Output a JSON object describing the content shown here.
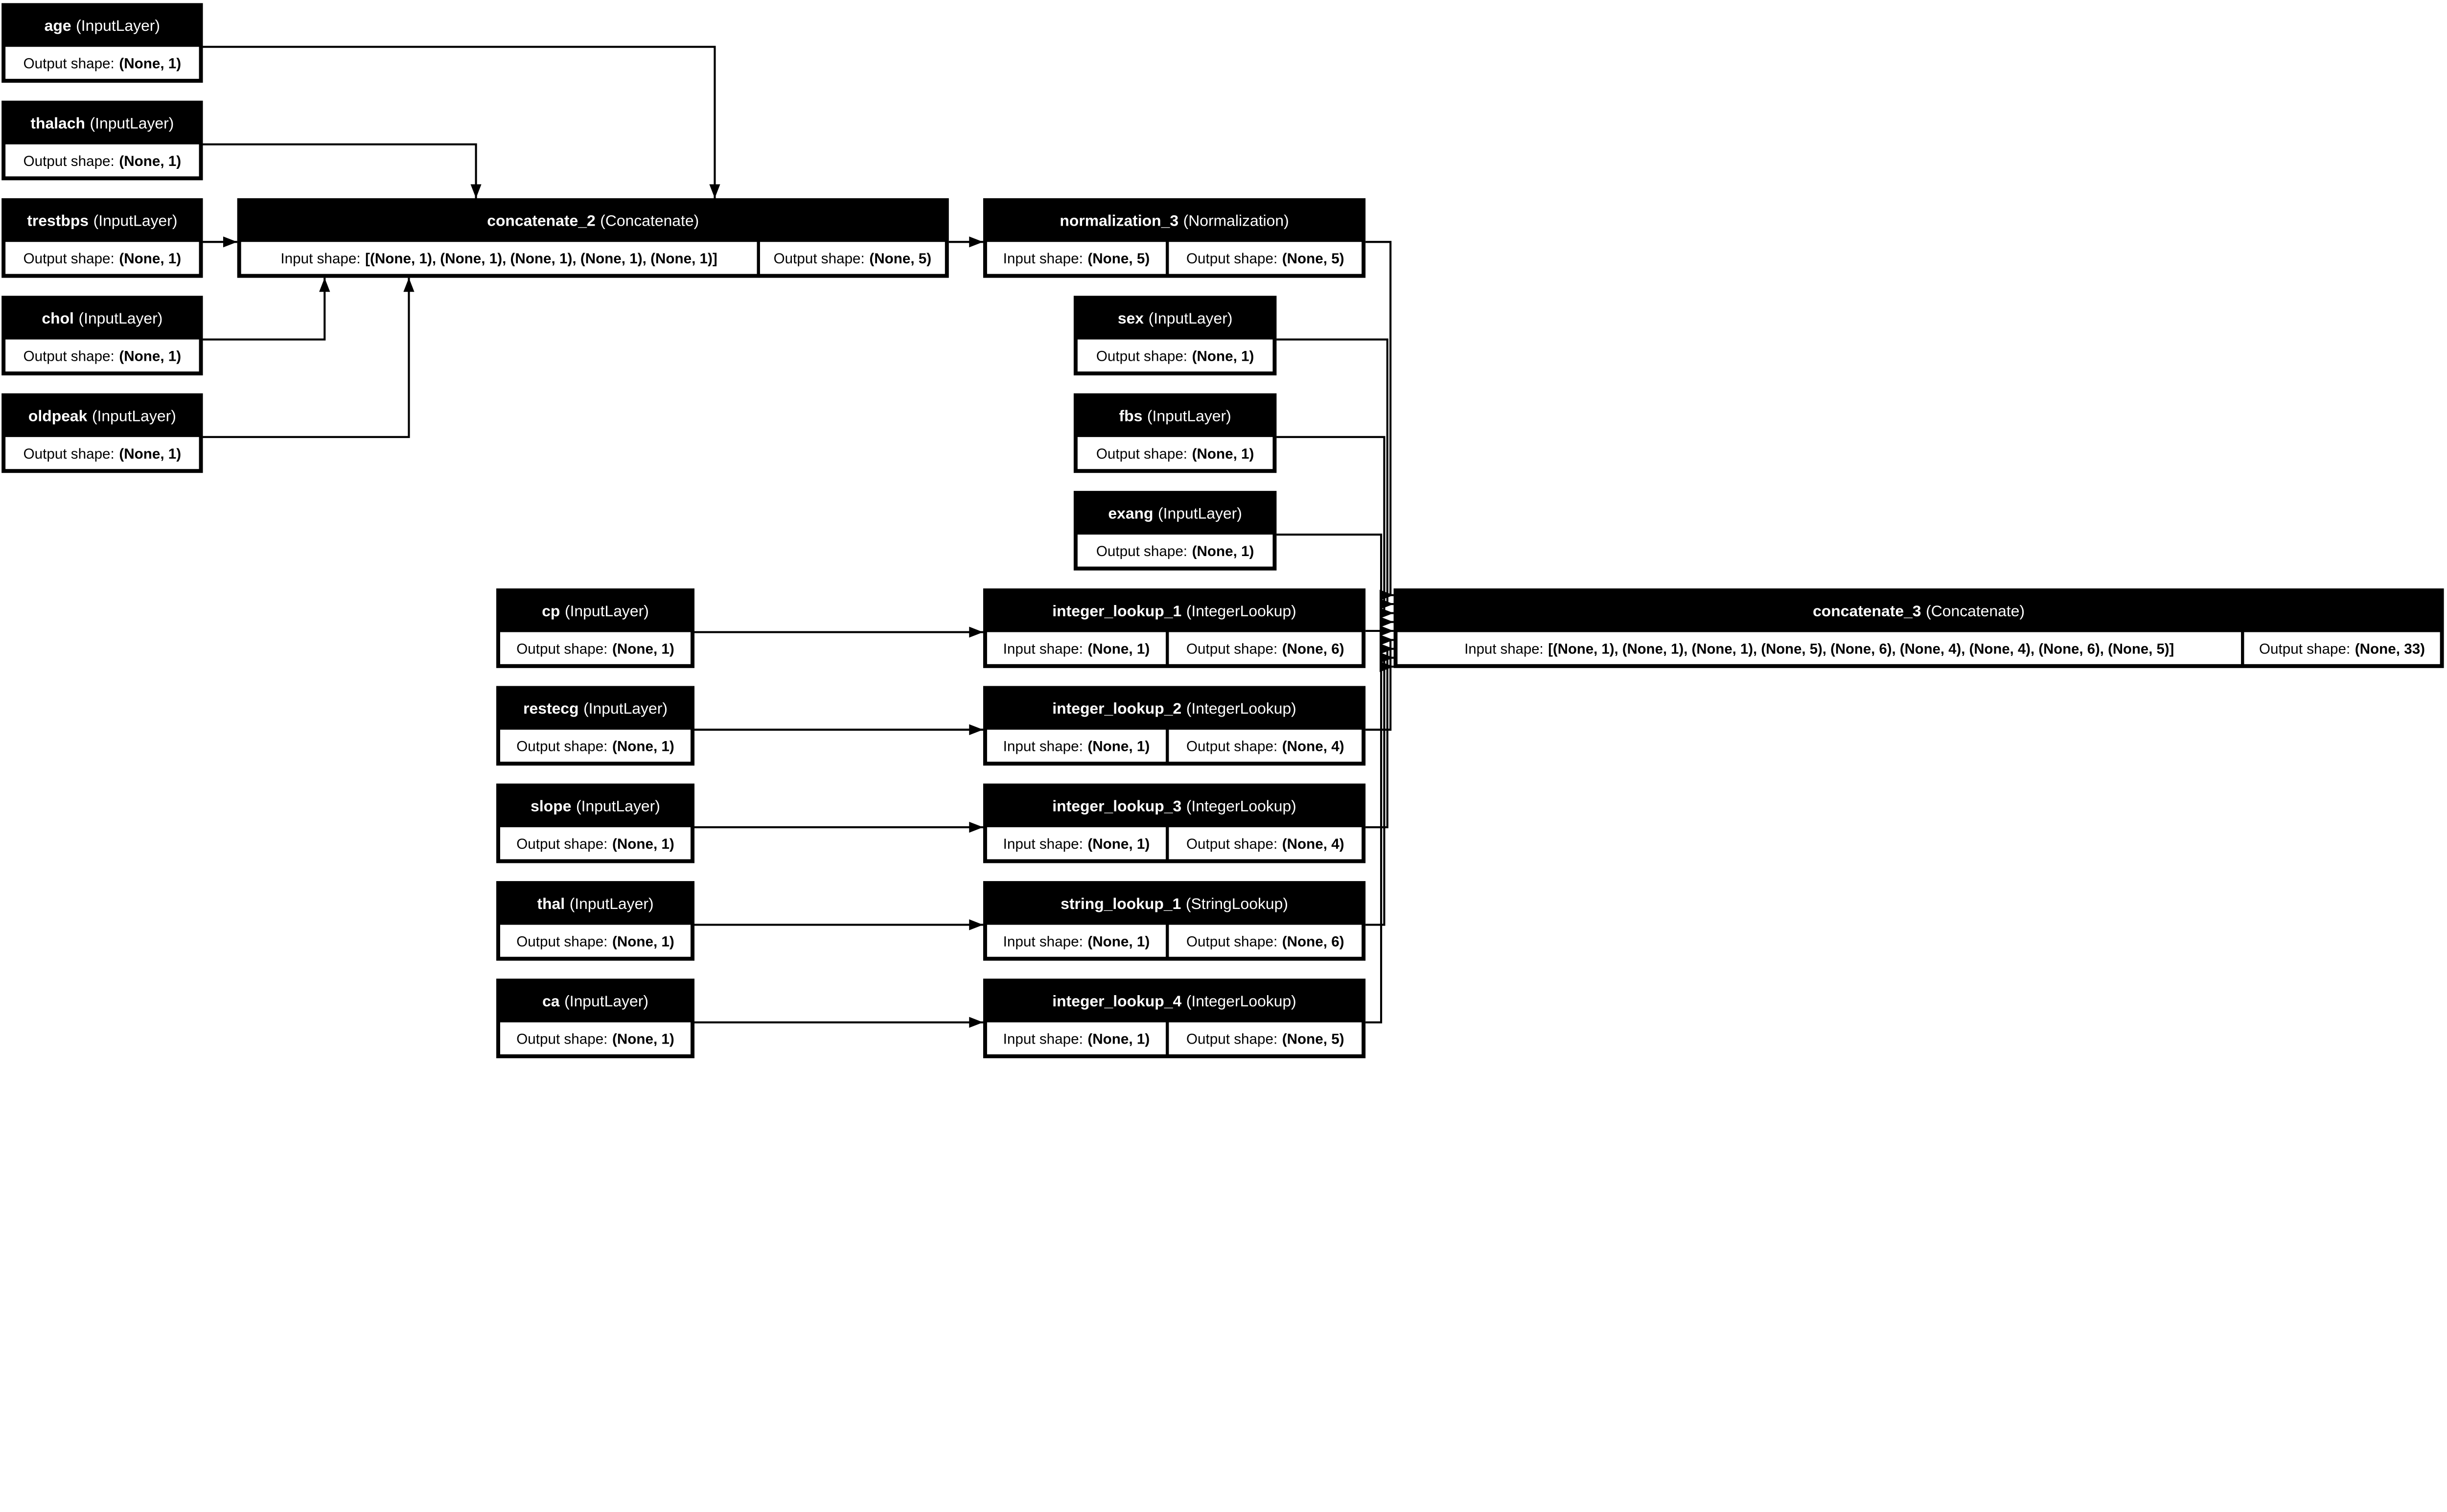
{
  "diagram": {
    "kind": "keras-model-plot",
    "colors": {
      "node_fill": "#000000",
      "node_text": "#ffffff",
      "cell_fill": "#ffffff",
      "cell_text": "#000000",
      "edge": "#000000",
      "background": "#ffffff"
    },
    "labels": {
      "input_prefix": "Input shape:",
      "output_prefix": "Output shape:"
    },
    "nodes": [
      {
        "id": "age",
        "name": "age",
        "type": "(InputLayer)",
        "output_shape": "(None, 1)"
      },
      {
        "id": "thalach",
        "name": "thalach",
        "type": "(InputLayer)",
        "output_shape": "(None, 1)"
      },
      {
        "id": "trestbps",
        "name": "trestbps",
        "type": "(InputLayer)",
        "output_shape": "(None, 1)"
      },
      {
        "id": "chol",
        "name": "chol",
        "type": "(InputLayer)",
        "output_shape": "(None, 1)"
      },
      {
        "id": "oldpeak",
        "name": "oldpeak",
        "type": "(InputLayer)",
        "output_shape": "(None, 1)"
      },
      {
        "id": "concatenate_2",
        "name": "concatenate_2",
        "type": "(Concatenate)",
        "input_shape": "[(None, 1), (None, 1), (None, 1), (None, 1), (None, 1)]",
        "output_shape": "(None, 5)"
      },
      {
        "id": "normalization_3",
        "name": "normalization_3",
        "type": "(Normalization)",
        "input_shape": "(None, 5)",
        "output_shape": "(None, 5)"
      },
      {
        "id": "sex",
        "name": "sex",
        "type": "(InputLayer)",
        "output_shape": "(None, 1)"
      },
      {
        "id": "fbs",
        "name": "fbs",
        "type": "(InputLayer)",
        "output_shape": "(None, 1)"
      },
      {
        "id": "exang",
        "name": "exang",
        "type": "(InputLayer)",
        "output_shape": "(None, 1)"
      },
      {
        "id": "cp",
        "name": "cp",
        "type": "(InputLayer)",
        "output_shape": "(None, 1)"
      },
      {
        "id": "integer_lookup_1",
        "name": "integer_lookup_1",
        "type": "(IntegerLookup)",
        "input_shape": "(None, 1)",
        "output_shape": "(None, 6)"
      },
      {
        "id": "restecg",
        "name": "restecg",
        "type": "(InputLayer)",
        "output_shape": "(None, 1)"
      },
      {
        "id": "integer_lookup_2",
        "name": "integer_lookup_2",
        "type": "(IntegerLookup)",
        "input_shape": "(None, 1)",
        "output_shape": "(None, 4)"
      },
      {
        "id": "slope",
        "name": "slope",
        "type": "(InputLayer)",
        "output_shape": "(None, 1)"
      },
      {
        "id": "integer_lookup_3",
        "name": "integer_lookup_3",
        "type": "(IntegerLookup)",
        "input_shape": "(None, 1)",
        "output_shape": "(None, 4)"
      },
      {
        "id": "thal",
        "name": "thal",
        "type": "(InputLayer)",
        "output_shape": "(None, 1)"
      },
      {
        "id": "string_lookup_1",
        "name": "string_lookup_1",
        "type": "(StringLookup)",
        "input_shape": "(None, 1)",
        "output_shape": "(None, 6)"
      },
      {
        "id": "ca",
        "name": "ca",
        "type": "(InputLayer)",
        "output_shape": "(None, 1)"
      },
      {
        "id": "integer_lookup_4",
        "name": "integer_lookup_4",
        "type": "(IntegerLookup)",
        "input_shape": "(None, 1)",
        "output_shape": "(None, 5)"
      },
      {
        "id": "concatenate_3",
        "name": "concatenate_3",
        "type": "(Concatenate)",
        "input_shape": "[(None, 1), (None, 1), (None, 1), (None, 5), (None, 6), (None, 4), (None, 4), (None, 6), (None, 5)]",
        "output_shape": "(None, 33)"
      }
    ],
    "edges": [
      {
        "from": "age",
        "to": "concatenate_2"
      },
      {
        "from": "thalach",
        "to": "concatenate_2"
      },
      {
        "from": "trestbps",
        "to": "concatenate_2"
      },
      {
        "from": "chol",
        "to": "concatenate_2"
      },
      {
        "from": "oldpeak",
        "to": "concatenate_2"
      },
      {
        "from": "concatenate_2",
        "to": "normalization_3"
      },
      {
        "from": "normalization_3",
        "to": "concatenate_3"
      },
      {
        "from": "sex",
        "to": "concatenate_3"
      },
      {
        "from": "fbs",
        "to": "concatenate_3"
      },
      {
        "from": "exang",
        "to": "concatenate_3"
      },
      {
        "from": "cp",
        "to": "integer_lookup_1"
      },
      {
        "from": "integer_lookup_1",
        "to": "concatenate_3"
      },
      {
        "from": "restecg",
        "to": "integer_lookup_2"
      },
      {
        "from": "integer_lookup_2",
        "to": "concatenate_3"
      },
      {
        "from": "slope",
        "to": "integer_lookup_3"
      },
      {
        "from": "integer_lookup_3",
        "to": "concatenate_3"
      },
      {
        "from": "thal",
        "to": "string_lookup_1"
      },
      {
        "from": "string_lookup_1",
        "to": "concatenate_3"
      },
      {
        "from": "ca",
        "to": "integer_lookup_4"
      },
      {
        "from": "integer_lookup_4",
        "to": "concatenate_3"
      }
    ]
  }
}
